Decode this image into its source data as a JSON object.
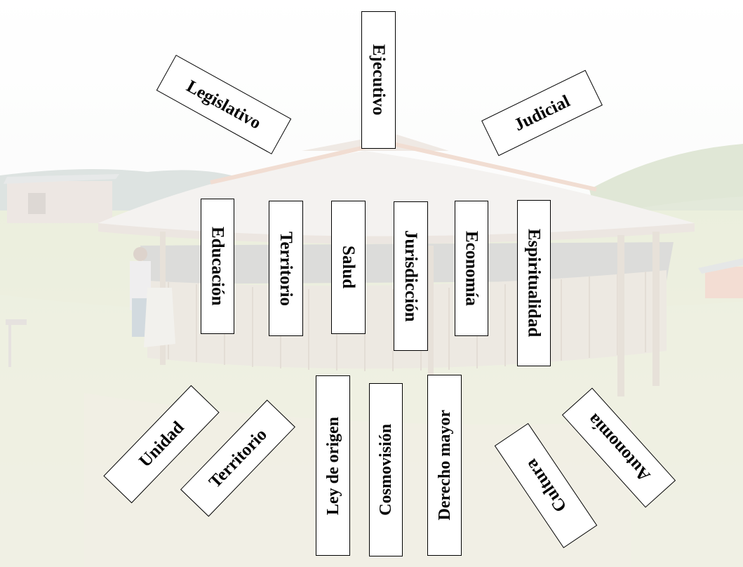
{
  "powers": {
    "legislativo": "Legislativo",
    "ejecutivo": "Ejecutivo",
    "judicial": "Judicial"
  },
  "areas": {
    "educacion": "Educación",
    "territorio": "Territorio",
    "salud": "Salud",
    "jurisdiccion": "Jurisdicción",
    "economia": "Economía",
    "espiritualidad": "Espiritualidad"
  },
  "foundations": {
    "unidad": "Unidad",
    "territorio": "Territorio",
    "ley_de_origen": "Ley de origen",
    "cosmovision": "Cosmovisión",
    "derecho_mayor": "Derecho mayor",
    "cultura": "Cultura",
    "autonomia": "Autonomía"
  },
  "colors": {
    "box_fill": "#ffffff",
    "box_border": "#000000",
    "text": "#000000"
  },
  "background": {
    "icon": "round-communal-house-photo"
  }
}
